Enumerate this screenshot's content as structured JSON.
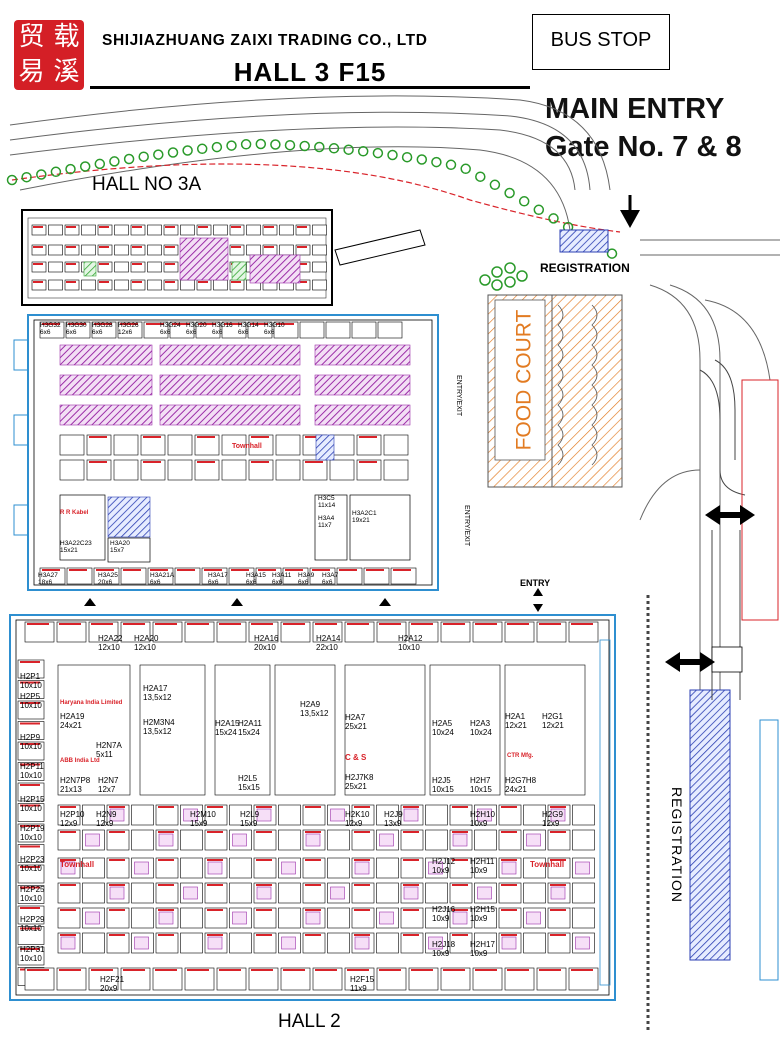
{
  "header": {
    "logo_chars": [
      "贸",
      "载",
      "易",
      "溪"
    ],
    "company": "SHIJIAZHUANG ZAIXI TRADING CO., LTD",
    "hall_booth": "HALL 3 F15",
    "bus_stop": "BUS STOP",
    "main_entry_line1": "MAIN ENTRY",
    "main_entry_line2": "Gate No. 7 & 8"
  },
  "areas": {
    "hall_3a": "HALL NO 3A",
    "hall_2": "HALL 2",
    "registration_top": "REGISTRATION",
    "registration_side": "REGISTRATION",
    "food_court": "FOOD COURT",
    "entry": "ENTRY",
    "entry_exit_1": "ENTRY/EXIT",
    "entry_exit_2": "ENTRY/EXIT"
  },
  "hall3_booths": [
    {
      "code": "H3G32",
      "size": "6x6"
    },
    {
      "code": "H3G30",
      "size": "6x6"
    },
    {
      "code": "H3G28",
      "size": "6x6"
    },
    {
      "code": "H3G26",
      "size": "12x6"
    },
    {
      "code": "H3G24",
      "size": "6x6"
    },
    {
      "code": "H3G20",
      "size": "6x6"
    },
    {
      "code": "H3G16",
      "size": "6x6"
    },
    {
      "code": "H3G14",
      "size": "6x6"
    },
    {
      "code": "H3G10",
      "size": "6x6"
    },
    {
      "code": "H3C5",
      "size": "11x14"
    },
    {
      "code": "H3A4",
      "size": "11x7"
    },
    {
      "code": "H3A2C1",
      "size": "19x21"
    },
    {
      "code": "H3A22C23",
      "size": "15x21"
    },
    {
      "code": "H3A20",
      "size": "15x7"
    },
    {
      "code": "H3A27",
      "size": "18x6"
    },
    {
      "code": "H3A25",
      "size": "20x6"
    },
    {
      "code": "H3A21A",
      "size": "6x6"
    },
    {
      "code": "H3A17",
      "size": "6x6"
    },
    {
      "code": "H3A15",
      "size": "6x6"
    },
    {
      "code": "H3A11",
      "size": "6x6"
    },
    {
      "code": "H3A9",
      "size": "6x6"
    },
    {
      "code": "H3A7",
      "size": "6x6"
    }
  ],
  "hall2_booths": [
    {
      "code": "H2A22",
      "size": "12x10"
    },
    {
      "code": "H2A20",
      "size": "12x10"
    },
    {
      "code": "H2A16",
      "size": "20x10"
    },
    {
      "code": "H2A14",
      "size": "22x10"
    },
    {
      "code": "H2A12",
      "size": "10x10"
    },
    {
      "code": "H2A17",
      "size": "13,5x12"
    },
    {
      "code": "H2M3N4",
      "size": "13,5x12"
    },
    {
      "code": "H2A19",
      "size": "24x21"
    },
    {
      "code": "H2N7A",
      "size": "5x11"
    },
    {
      "code": "H2A15",
      "size": "15x24"
    },
    {
      "code": "H2A11",
      "size": "15x24"
    },
    {
      "code": "H2A9",
      "size": "13,5x12"
    },
    {
      "code": "H2A7",
      "size": "25x21"
    },
    {
      "code": "H2A5",
      "size": "10x24"
    },
    {
      "code": "H2A3",
      "size": "10x24"
    },
    {
      "code": "H2A1",
      "size": "12x21"
    },
    {
      "code": "H2G1",
      "size": "12x21"
    },
    {
      "code": "H2N7P8",
      "size": "21x13"
    },
    {
      "code": "H2N7",
      "size": "12x7"
    },
    {
      "code": "H2L5",
      "size": "15x15"
    },
    {
      "code": "H2J7K8",
      "size": "25x21"
    },
    {
      "code": "H2J5",
      "size": "10x15"
    },
    {
      "code": "H2H7",
      "size": "10x15"
    },
    {
      "code": "H2G7H8",
      "size": "24x21"
    },
    {
      "code": "H2P1",
      "size": "10x10"
    },
    {
      "code": "H2P5",
      "size": "10x10"
    },
    {
      "code": "H2P9",
      "size": "10x10"
    },
    {
      "code": "H2P11",
      "size": "10x10"
    },
    {
      "code": "H2P15",
      "size": "10x10"
    },
    {
      "code": "H2P19",
      "size": "10x10"
    },
    {
      "code": "H2P23",
      "size": "10x10"
    },
    {
      "code": "H2P25",
      "size": "10x10"
    },
    {
      "code": "H2P29",
      "size": "10x10"
    },
    {
      "code": "H2P31",
      "size": "10x10"
    },
    {
      "code": "H2P10",
      "size": "12x9"
    },
    {
      "code": "H2N9",
      "size": "12x9"
    },
    {
      "code": "H2M10",
      "size": "15x9"
    },
    {
      "code": "H2L9",
      "size": "15x9"
    },
    {
      "code": "H2K10",
      "size": "12x9"
    },
    {
      "code": "H2J9",
      "size": "13x9"
    },
    {
      "code": "H2H10",
      "size": "10x9"
    },
    {
      "code": "H2G9",
      "size": "12x9"
    },
    {
      "code": "H2J12",
      "size": "10x9"
    },
    {
      "code": "H2H11",
      "size": "10x9"
    },
    {
      "code": "H2J16",
      "size": "10x9"
    },
    {
      "code": "H2H15",
      "size": "10x9"
    },
    {
      "code": "H2J18",
      "size": "10x9"
    },
    {
      "code": "H2H17",
      "size": "10x9"
    },
    {
      "code": "H2F21",
      "size": "20x9"
    },
    {
      "code": "H2F15",
      "size": "11x9"
    }
  ],
  "labels": {
    "townhall_h3": "Townhall",
    "townhall_h2_left": "Townhall",
    "townhall_h2_right": "Townhall",
    "h2_tenant_1": "Haryana India Limited",
    "h2_tenant_2": "C & S",
    "h2_tenant_3": "CTR Mfg.",
    "h2_tenant_4": "ABB India Ltd",
    "h3_tenant_1": "R R Kabel"
  },
  "colors": {
    "booth_red": "#d9232a",
    "booth_blue": "#1b58c8",
    "hall_outline": "#2e8fd0",
    "hatch_purple": "#9c2fa8",
    "tree_green": "#2a9a2a",
    "food_court": "#e27b22",
    "logo_red": "#d41f26"
  }
}
